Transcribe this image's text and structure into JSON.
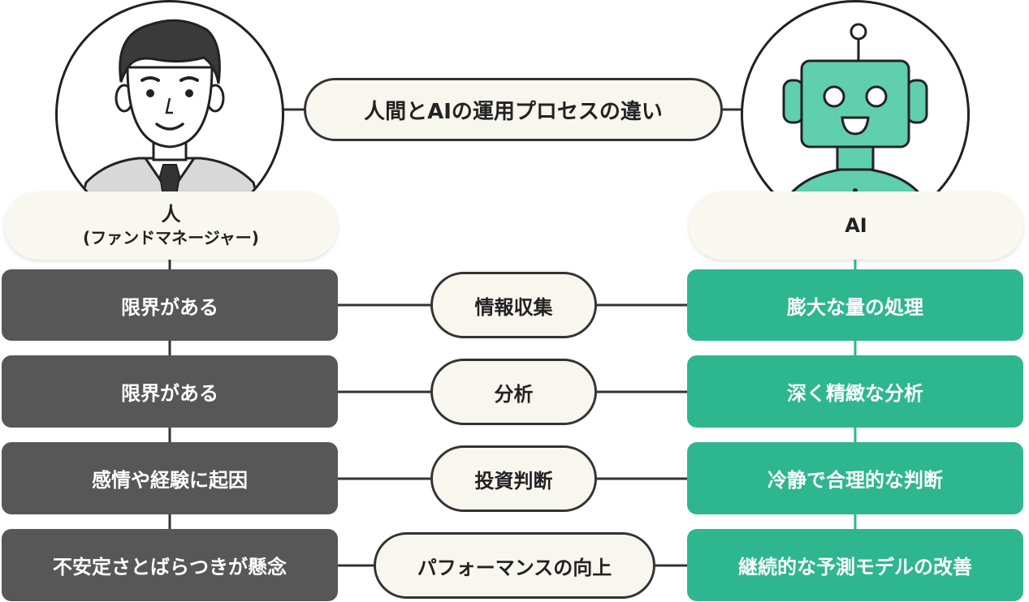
{
  "title": "人間とAIの運用プロセスの違い",
  "left_header": {
    "line1": "人",
    "line2": "(ファンドマネージャー)"
  },
  "right_header": "AI",
  "rows": [
    {
      "category": "情報収集",
      "human": "限界がある",
      "ai": "膨大な量の処理"
    },
    {
      "category": "分析",
      "human": "限界がある",
      "ai": "深く精緻な分析"
    },
    {
      "category": "投資判断",
      "human": "感情や経験に起因",
      "ai": "冷静で合理的な判断"
    },
    {
      "category": "パフォーマンスの向上",
      "human": "不安定さとばらつきが懸念",
      "ai": "継続的な予測モデルの改善"
    }
  ],
  "colors": {
    "human": "#575757",
    "ai": "#2eb68f",
    "pill_bg": "#f7f6ef",
    "outline": "#333333"
  },
  "icons": {
    "human": "businessman-icon",
    "ai": "robot-icon"
  }
}
